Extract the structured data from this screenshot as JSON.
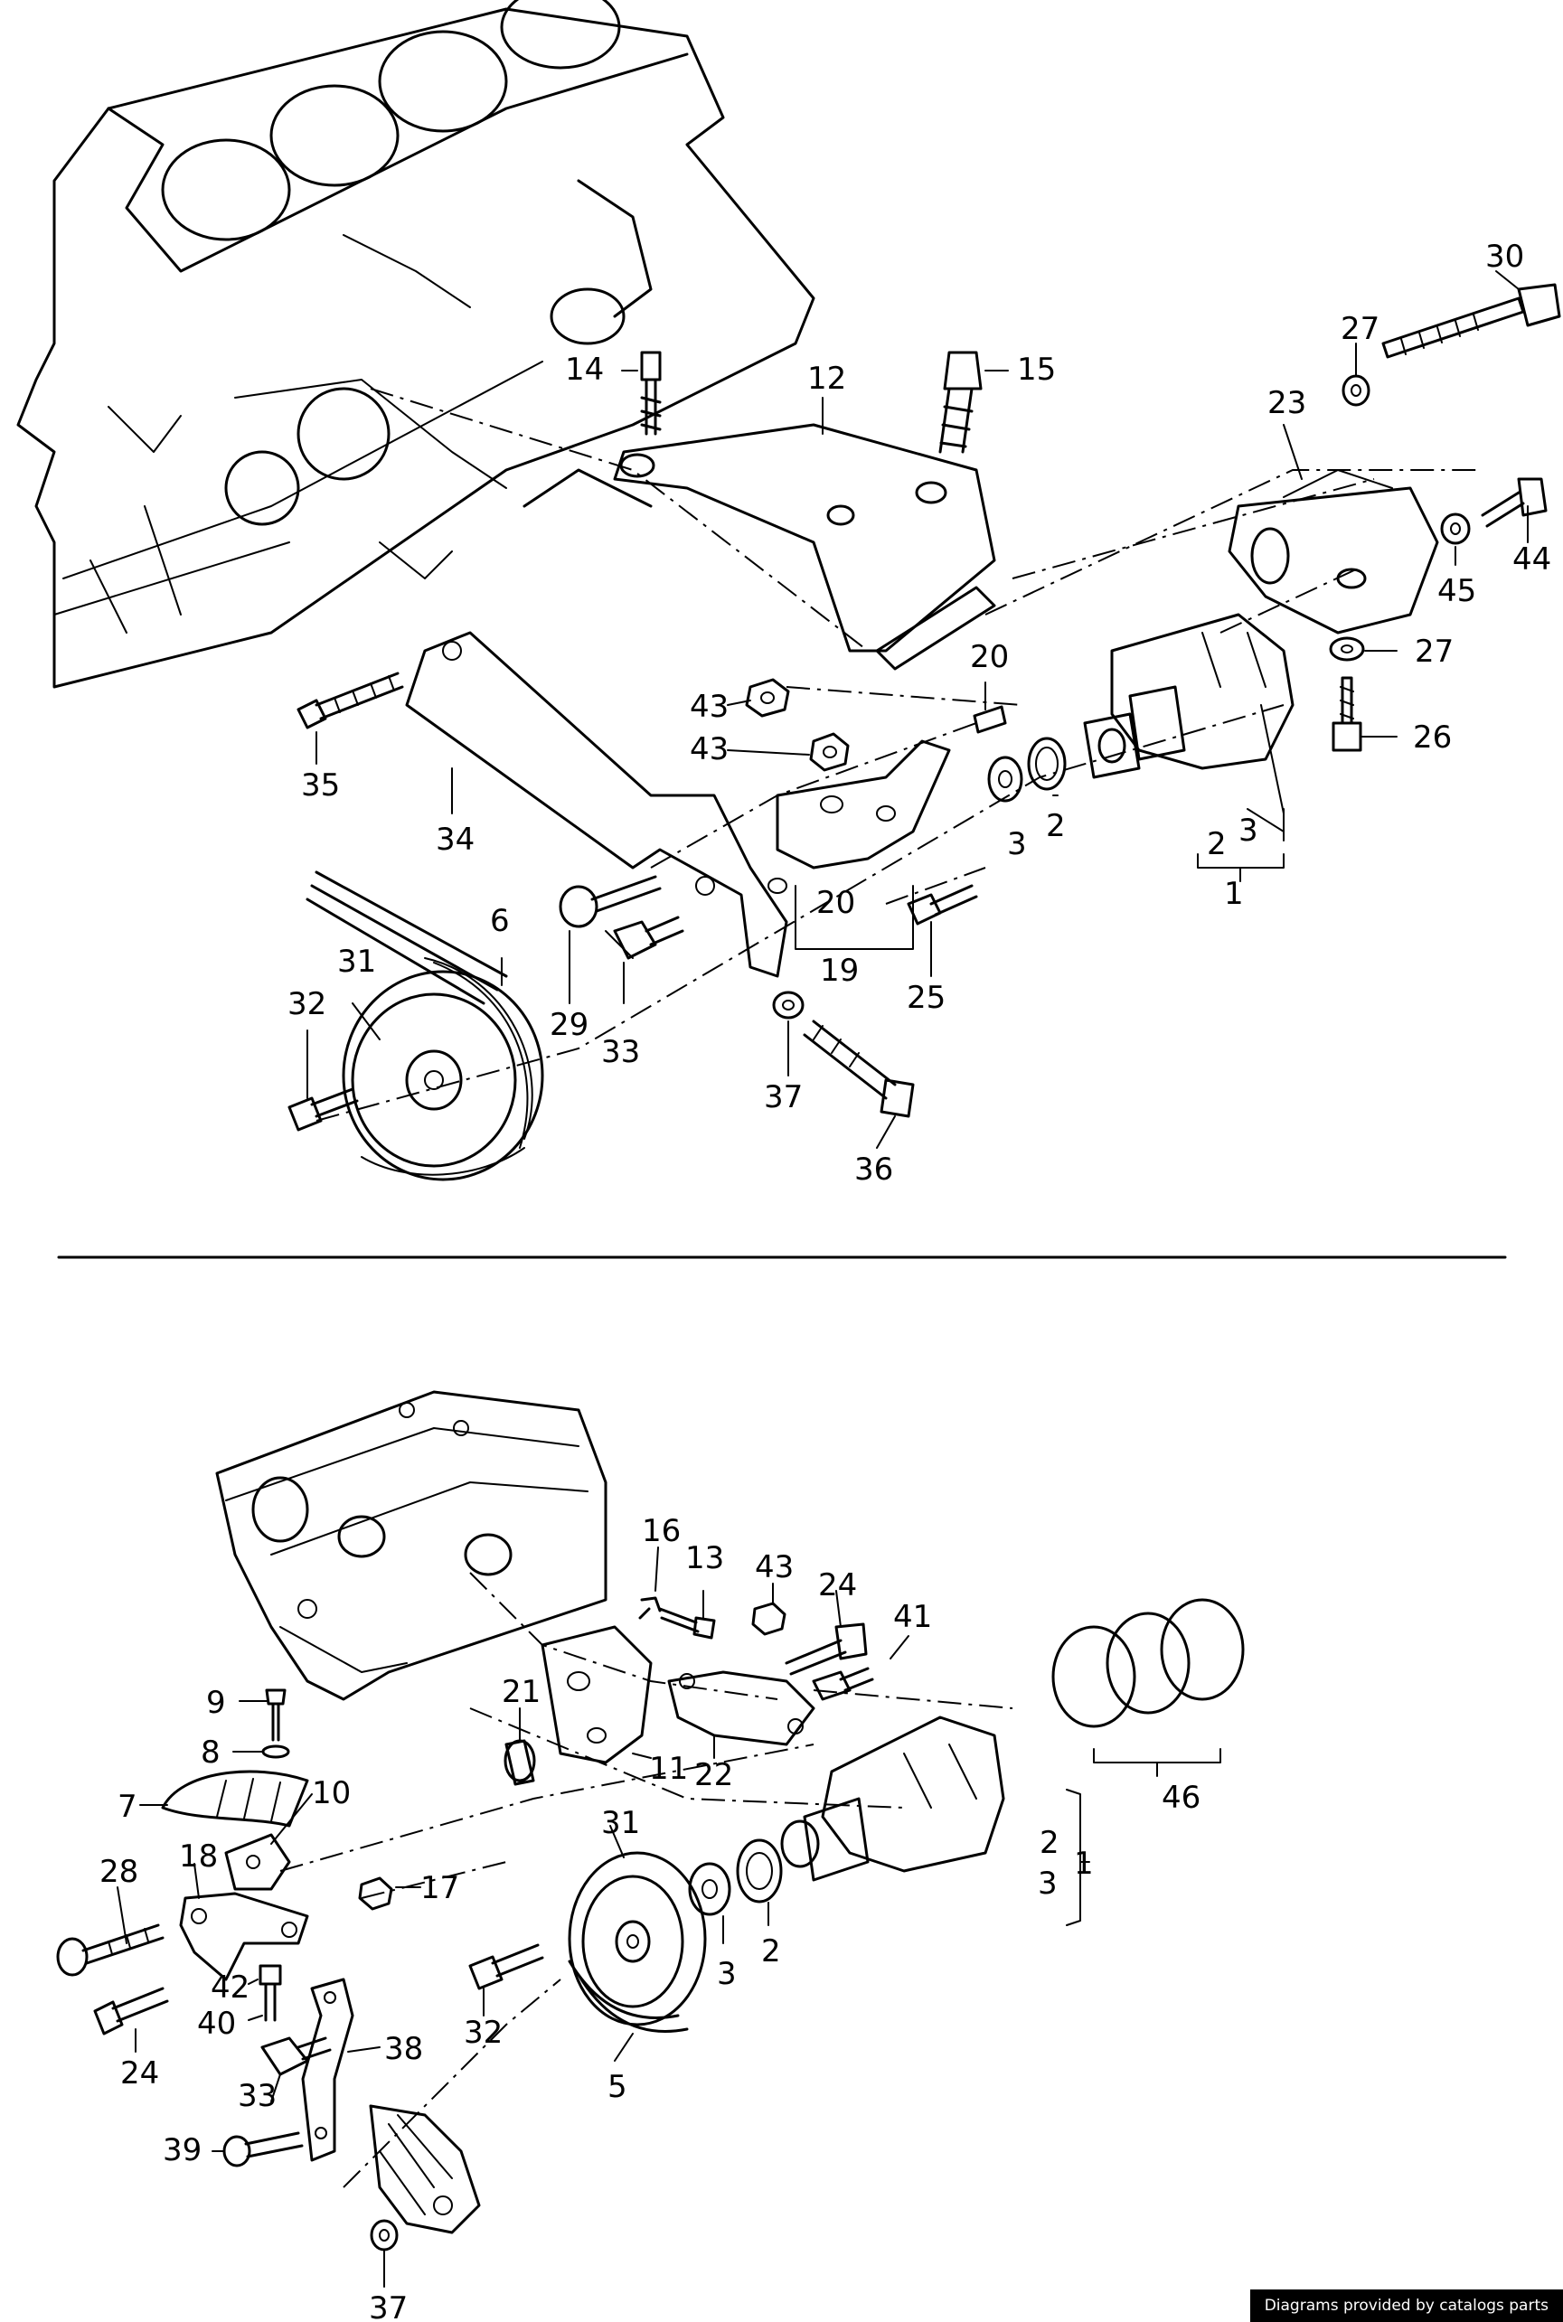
{
  "credit": "Diagrams provided by catalogs parts",
  "top_section": {
    "labels": [
      "30",
      "27",
      "23",
      "14",
      "15",
      "12",
      "44",
      "45",
      "27",
      "20",
      "43",
      "43",
      "26",
      "35",
      "34",
      "2",
      "3",
      "2",
      "3",
      "1",
      "6",
      "31",
      "20",
      "19",
      "25",
      "32",
      "29",
      "33",
      "37",
      "36"
    ]
  },
  "bottom_section": {
    "labels": [
      "16",
      "13",
      "43",
      "24",
      "41",
      "21",
      "9",
      "8",
      "7",
      "10",
      "11",
      "22",
      "46",
      "28",
      "18",
      "17",
      "31",
      "2",
      "3",
      "1",
      "42",
      "40",
      "24",
      "32",
      "3",
      "2",
      "38",
      "33",
      "5",
      "39",
      "37"
    ]
  }
}
